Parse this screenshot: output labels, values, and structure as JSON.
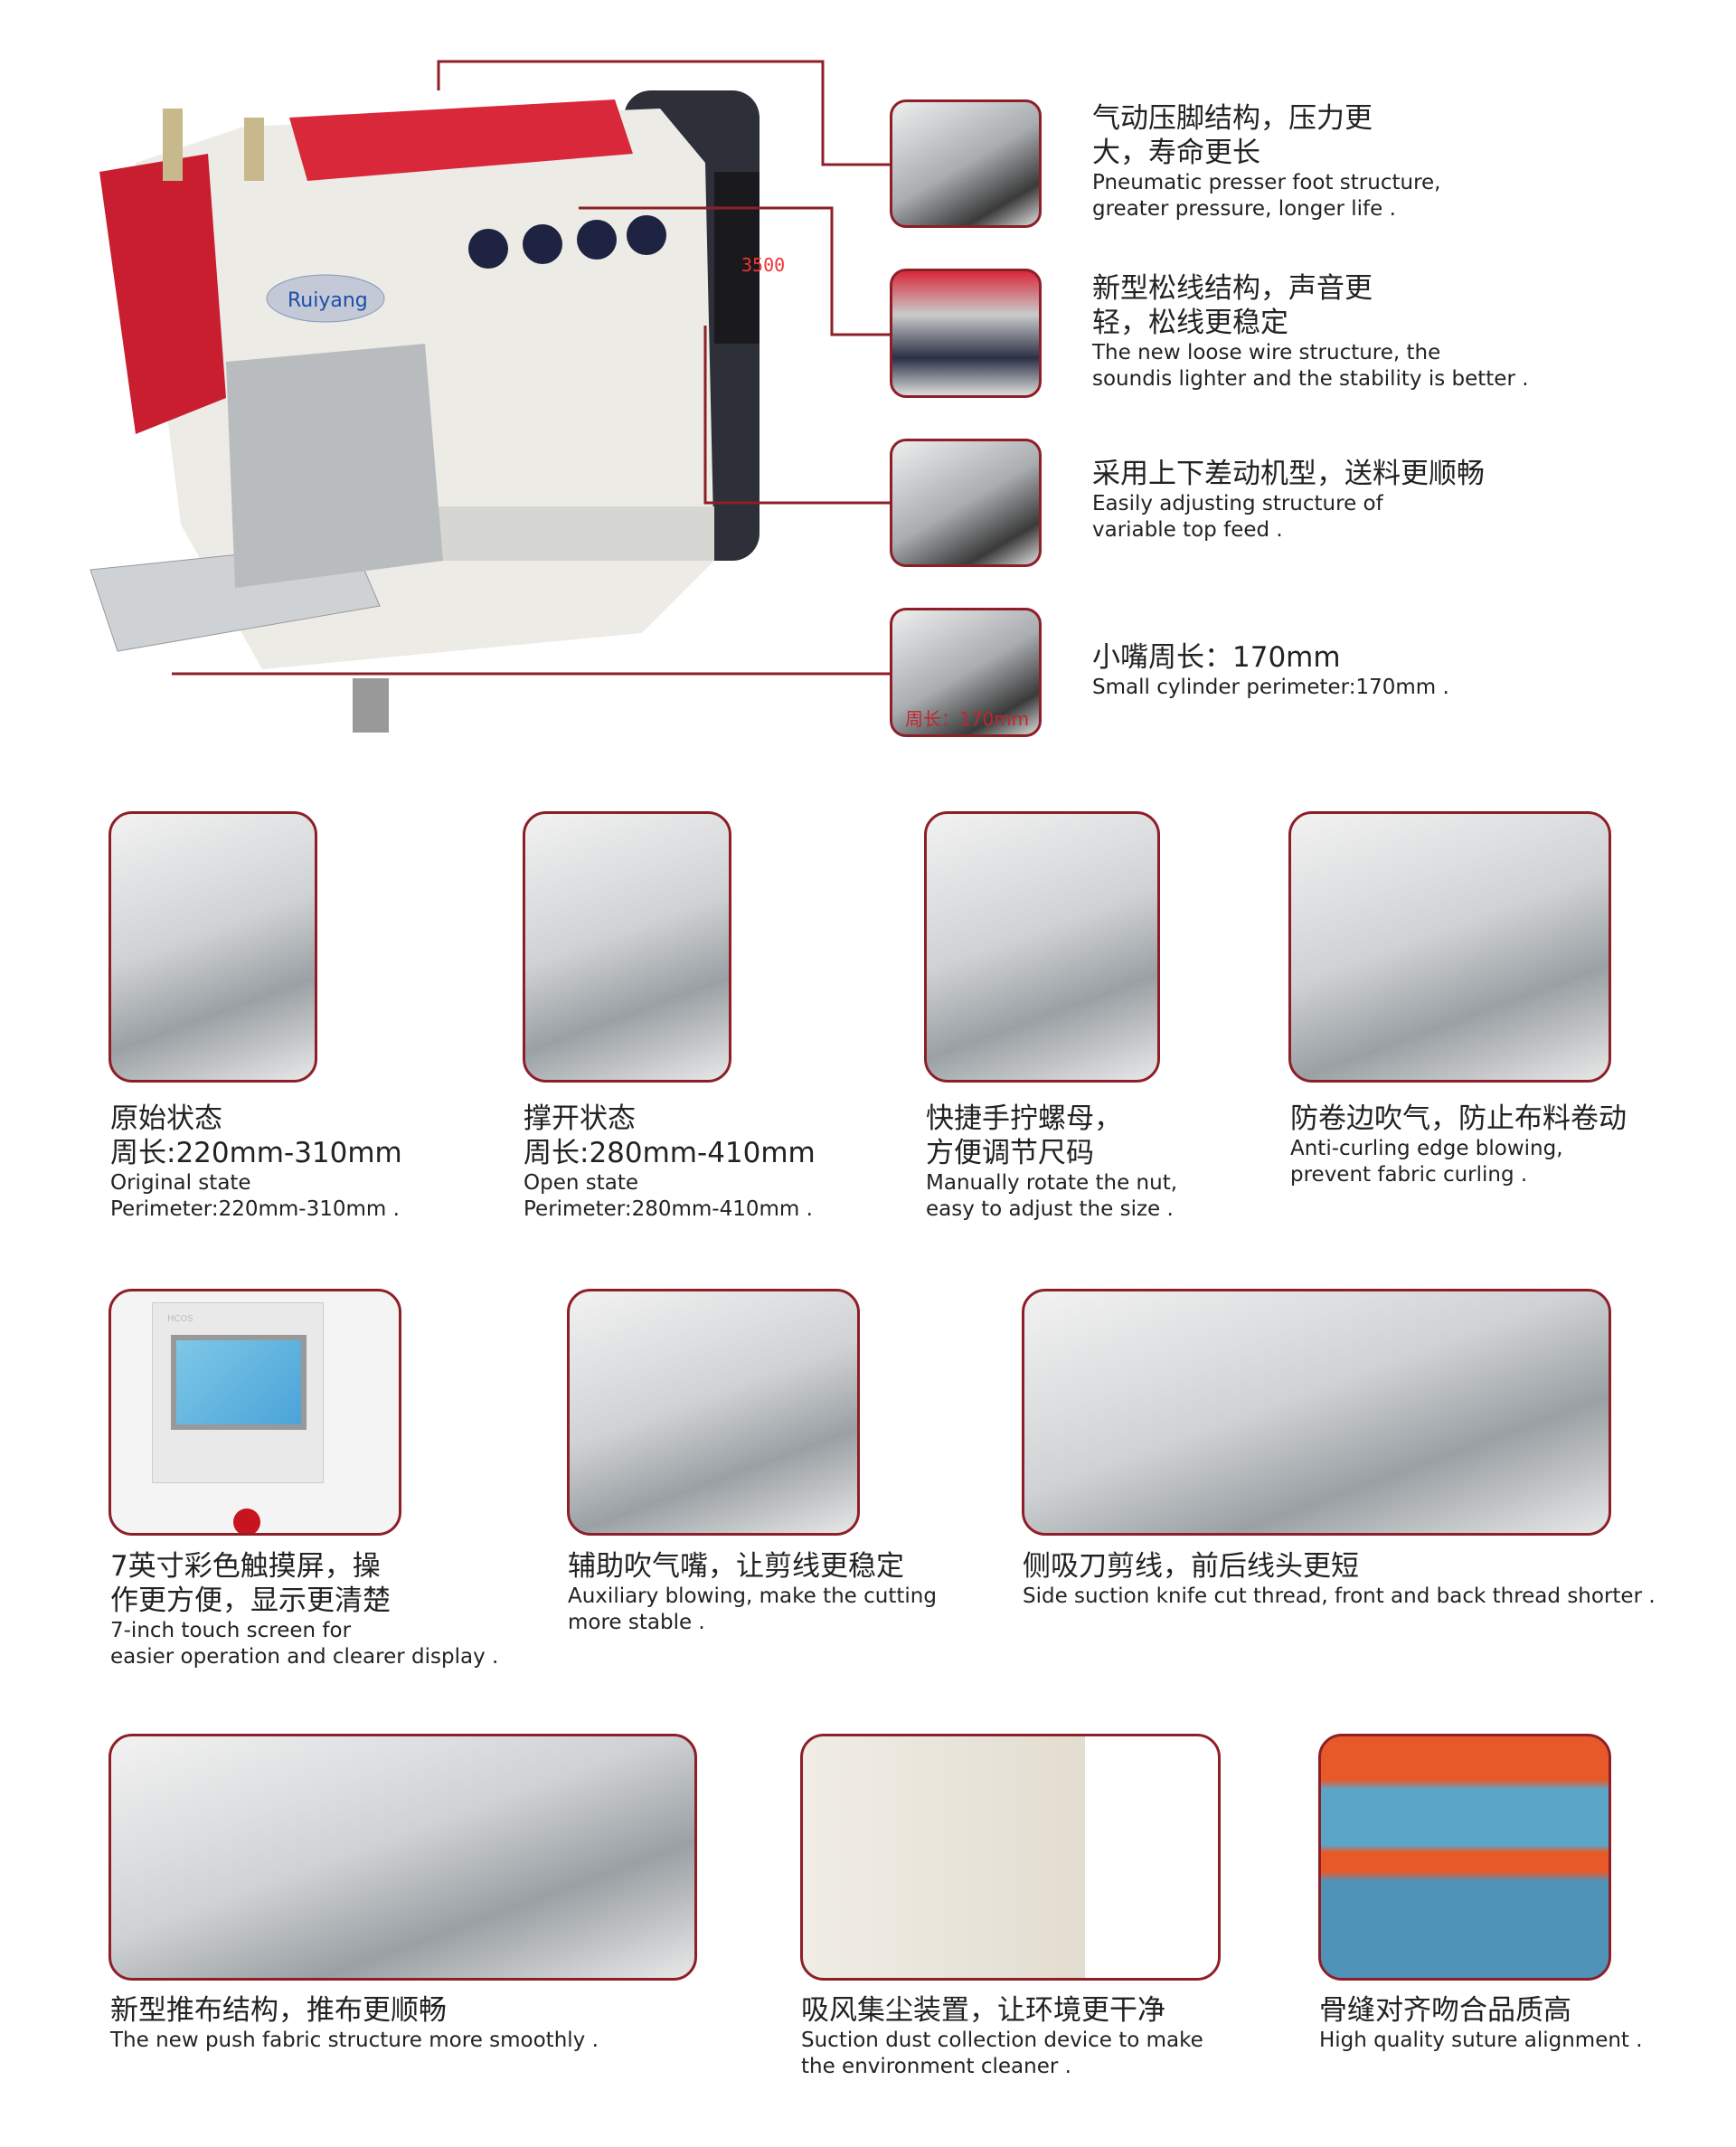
{
  "brand_color": "#8e1f28",
  "machine": {
    "brand_label": "Ruiyang",
    "display_readout": "3500"
  },
  "callouts": [
    {
      "cn1": "气动压脚结构，压力更",
      "cn2": "大，寿命更长",
      "en1": "Pneumatic presser foot structure,",
      "en2": "greater pressure, longer life ."
    },
    {
      "cn1": "新型松线结构，声音更",
      "cn2": "轻，松线更稳定",
      "en1": "The new loose wire structure, the",
      "en2": "soundis lighter and the stability is better ."
    },
    {
      "cn1": "采用上下差动机型，送料更顺畅",
      "en1": "Easily adjusting structure of",
      "en2": "variable top feed ."
    },
    {
      "cn1": "小嘴周长：170mm",
      "en1": "Small cylinder perimeter:170mm .",
      "thumb_label": "周长：170mm"
    }
  ],
  "features_row1": [
    {
      "cn1": "原始状态",
      "cn2": "周长:220mm-310mm",
      "en1": "Original state",
      "en2": "Perimeter:220mm-310mm ."
    },
    {
      "cn1": "撑开状态",
      "cn2": "周长:280mm-410mm",
      "en1": "Open state",
      "en2": "Perimeter:280mm-410mm ."
    },
    {
      "cn1": "快捷手拧螺母，",
      "cn2": "方便调节尺码",
      "en1": "Manually rotate the nut,",
      "en2": "easy to adjust the size ."
    },
    {
      "cn1": "防卷边吹气，防止布料卷动",
      "en1": "Anti-curling edge blowing,",
      "en2": "prevent fabric curling ."
    }
  ],
  "features_row2": [
    {
      "cn1": "7英寸彩色触摸屏，操",
      "cn2": "作更方便，显示更清楚",
      "en1": "7-inch touch screen for",
      "en2": "easier operation and clearer display .",
      "screen_label": "HCOS"
    },
    {
      "cn1": "辅助吹气嘴，让剪线更稳定",
      "en1": "Auxiliary blowing, make the cutting",
      "en2": "more stable ."
    },
    {
      "cn1": "侧吸刀剪线，前后线头更短",
      "en1": "Side suction knife cut thread, front and back thread shorter ."
    }
  ],
  "features_row3": [
    {
      "cn1": "新型推布结构，推布更顺畅",
      "en1": "The new push fabric structure more smoothly ."
    },
    {
      "cn1": "吸风集尘装置，让环境更干净",
      "en1": "Suction dust collection device to make",
      "en2": "the environment cleaner ."
    },
    {
      "cn1": "骨缝对齐吻合品质高",
      "en1": "High quality suture alignment ."
    }
  ]
}
